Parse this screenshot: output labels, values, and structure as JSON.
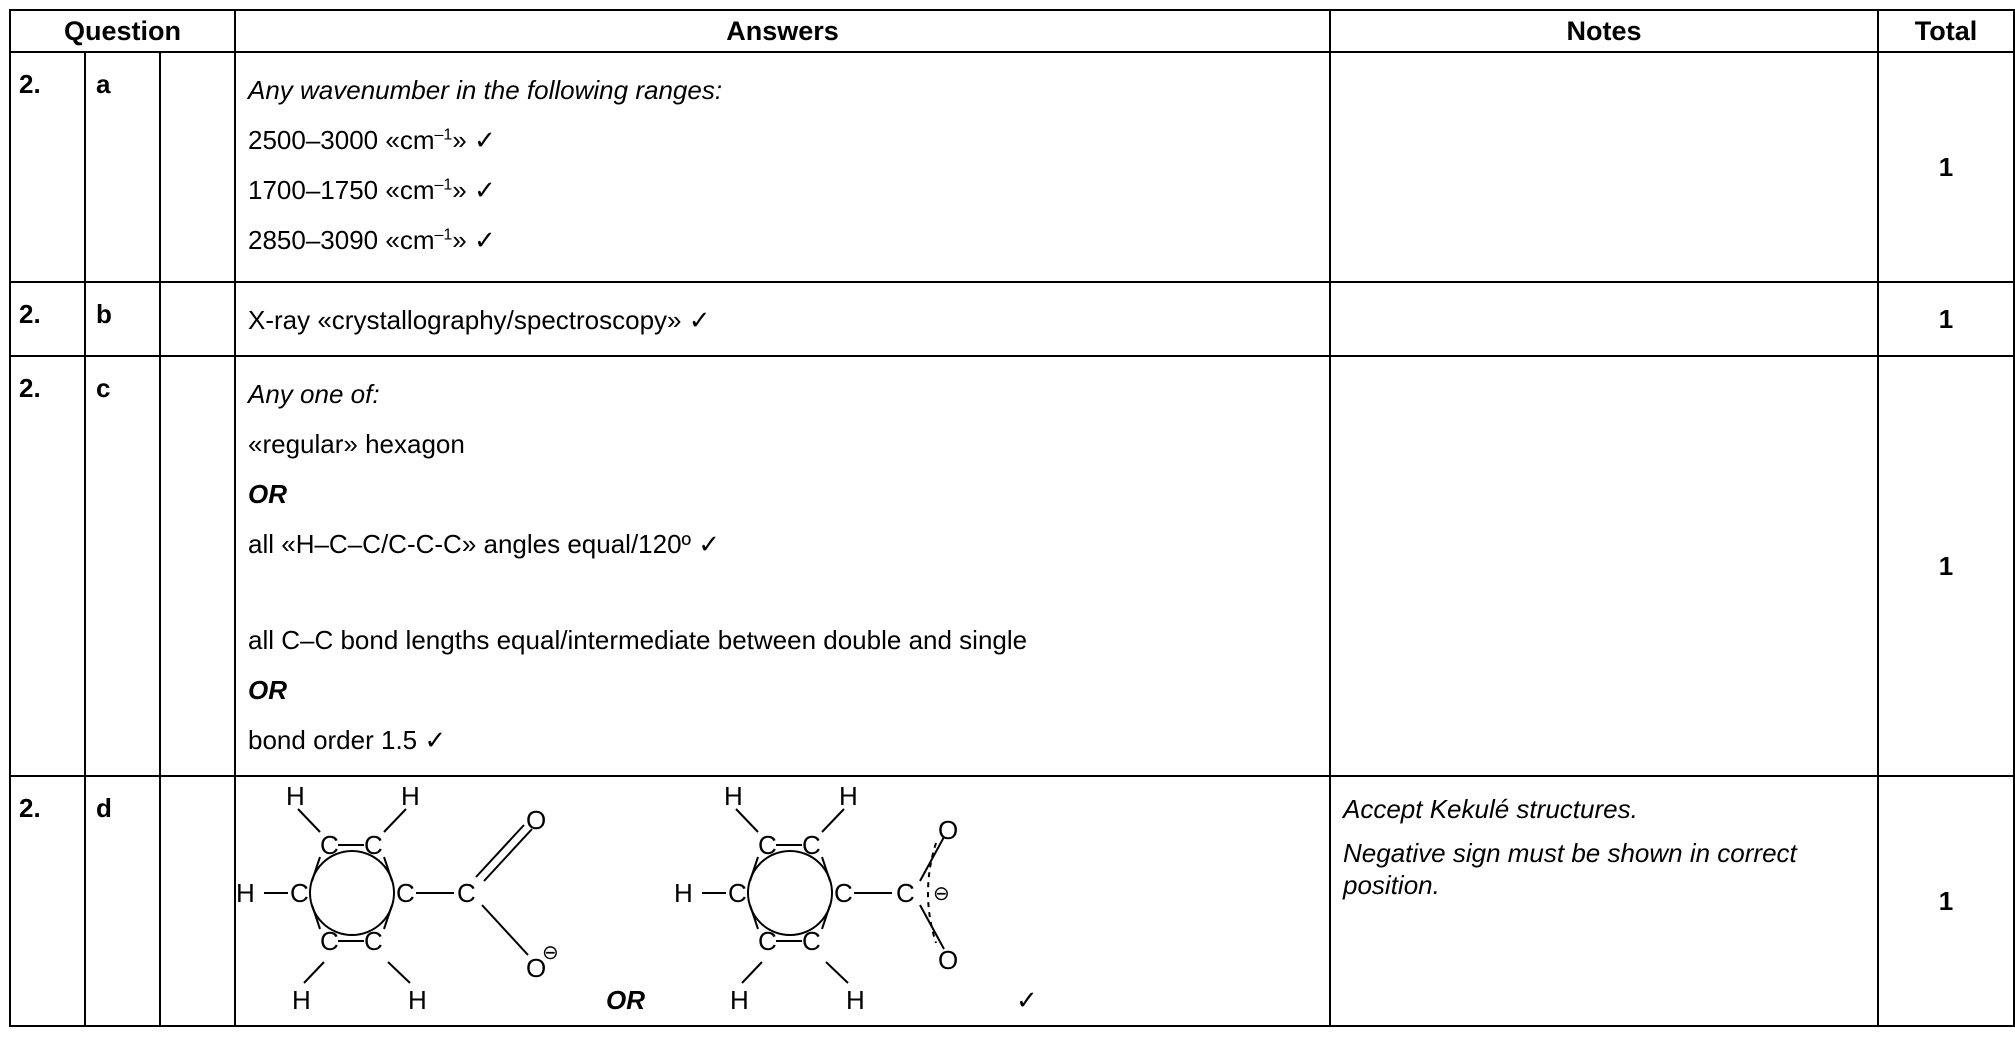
{
  "header": {
    "question": "Question",
    "answers": "Answers",
    "notes": "Notes",
    "total": "Total"
  },
  "rows": [
    {
      "num": "2.",
      "part": "a",
      "intro": "Any wavenumber in the following ranges:",
      "lines": [
        "2500–3000 «cm",
        "1700–1750 «cm",
        "2850–3090 «cm"
      ],
      "sup": "–1",
      "suffix": "» ✓",
      "total": "1"
    },
    {
      "num": "2.",
      "part": "b",
      "line": "X-ray «crystallography/spectroscopy» ✓",
      "total": "1"
    },
    {
      "num": "2.",
      "part": "c",
      "intro": "Any one of:",
      "line1": "«regular» hexagon",
      "or1": "OR",
      "line2": "all «H–C–C/C-C-C» angles equal/120º ✓",
      "line3": "all C–C bond lengths equal/intermediate between double and single",
      "or2": "OR",
      "line4": "bond order 1.5 ✓",
      "total": "1"
    },
    {
      "num": "2.",
      "part": "d",
      "atoms": {
        "h": "H",
        "c": "C",
        "o": "O",
        "minus": "⊖"
      },
      "or": "OR",
      "tick": "✓",
      "notes": [
        "Accept Kekulé structures.",
        "Negative sign must be shown in correct position."
      ],
      "total": "1"
    }
  ]
}
